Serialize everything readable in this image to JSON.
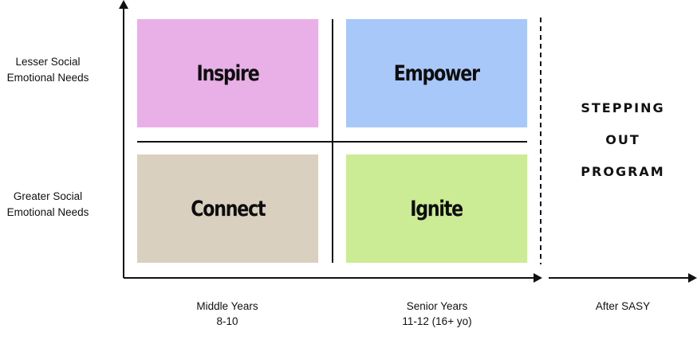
{
  "y_axis": {
    "top_label": [
      "Lesser Social",
      "Emotional Needs"
    ],
    "bottom_label": [
      "Greater Social",
      "Emotional Needs"
    ]
  },
  "quadrants": [
    {
      "label": "Inspire",
      "color": "#e8b0e6"
    },
    {
      "label": "Empower",
      "color": "#a8c8fa"
    },
    {
      "label": "Connect",
      "color": "#d9d0c0"
    },
    {
      "label": "Ignite",
      "color": "#cbeb95"
    }
  ],
  "x_axis": {
    "middle": [
      "Middle Years",
      "8-10"
    ],
    "senior": [
      "Senior Years",
      "11-12 (16+ yo)"
    ],
    "after": "After SASY"
  },
  "side_program": [
    "STEPPING",
    "OUT",
    "PROGRAM"
  ]
}
